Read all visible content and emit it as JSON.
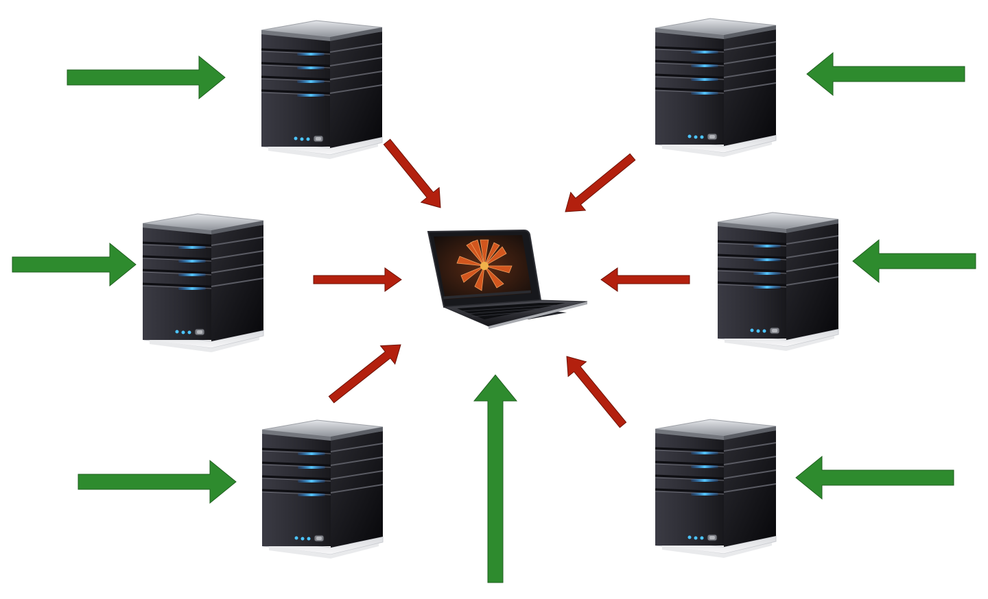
{
  "diagram": {
    "nodes": [
      {
        "id": "server-top-left",
        "kind": "server-icon"
      },
      {
        "id": "server-top-right",
        "kind": "server-icon"
      },
      {
        "id": "server-middle-left",
        "kind": "server-icon"
      },
      {
        "id": "server-middle-right",
        "kind": "server-icon"
      },
      {
        "id": "server-bottom-left",
        "kind": "server-icon"
      },
      {
        "id": "server-bottom-right",
        "kind": "server-icon"
      },
      {
        "id": "laptop-center",
        "kind": "laptop-icon"
      }
    ],
    "arrows": {
      "incoming_color": "#2e8b2e",
      "incoming_stroke": "#1f5f1f",
      "outgoing_color": "#b3200e",
      "outgoing_stroke": "#6e1206",
      "incoming": [
        {
          "target": "server-top-left",
          "direction": "right"
        },
        {
          "target": "server-top-right",
          "direction": "left"
        },
        {
          "target": "server-middle-left",
          "direction": "right"
        },
        {
          "target": "server-middle-right",
          "direction": "left"
        },
        {
          "target": "server-bottom-left",
          "direction": "right"
        },
        {
          "target": "server-bottom-right",
          "direction": "left"
        },
        {
          "target": "laptop-center",
          "direction": "up"
        }
      ],
      "outgoing": [
        {
          "from": "server-top-left",
          "to": "laptop-center"
        },
        {
          "from": "server-top-right",
          "to": "laptop-center"
        },
        {
          "from": "server-middle-left",
          "to": "laptop-center"
        },
        {
          "from": "server-middle-right",
          "to": "laptop-center"
        },
        {
          "from": "server-bottom-left",
          "to": "laptop-center"
        },
        {
          "from": "server-bottom-right",
          "to": "laptop-center"
        }
      ]
    },
    "colors": {
      "server_body": "#2a2a30",
      "server_top": "#b9bcc2",
      "server_led": "#3fb6ff",
      "laptop_body": "#1c1d22",
      "screen_flower": "#d2561e"
    }
  }
}
